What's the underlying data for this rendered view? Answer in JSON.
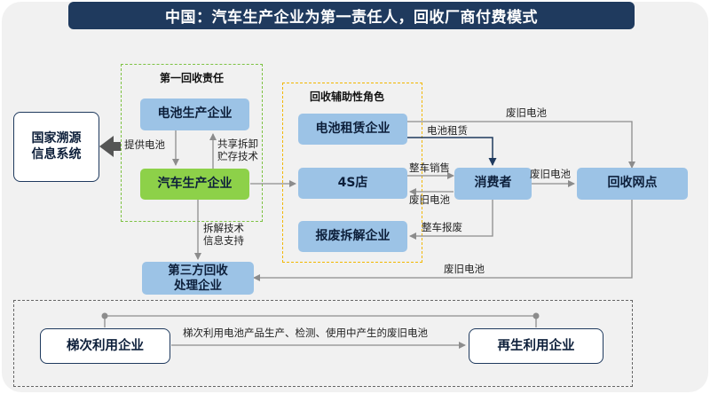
{
  "title": "中国：汽车生产企业为第一责任人，回收厂商付费模式",
  "zones": {
    "first_responsibility": "第一回收责任",
    "auxiliary_roles": "回收辅助性角色"
  },
  "nodes": {
    "traceability": "国家溯源\n信息系统",
    "battery_maker": "电池生产企业",
    "car_maker": "汽车生产企业",
    "leasing": "电池租赁企业",
    "shop_4s": "4S店",
    "scrap": "报废拆解企业",
    "consumer": "消费者",
    "recycle_point": "回收网点",
    "third_party": "第三方回收\n处理企业",
    "cascade": "梯次利用企业",
    "regen": "再生利用企业"
  },
  "labels": {
    "provide_battery": "提供电池",
    "share_tech": "共享拆卸\n贮存技术",
    "disassembly_support": "拆解技术\n信息支持",
    "waste_top": "废旧电池",
    "battery_lease": "电池租赁",
    "car_sales": "整车销售",
    "waste_to_4s": "废旧电池",
    "waste_to_point": "废旧电池",
    "car_scrap": "整车报废",
    "waste_to_third": "废旧电池",
    "cascade_flow": "梯次利用电池产品生产、检测、使用中产生的废旧电池"
  },
  "colors": {
    "title_bg": "#1f3a5e",
    "node_blue": "#9cc3e6",
    "node_green": "#8dd149",
    "zone_green": "#7dc242",
    "zone_yellow": "#f2b700",
    "arrow": "#8c8c8c",
    "arrow_dark": "#1f3a5e"
  }
}
